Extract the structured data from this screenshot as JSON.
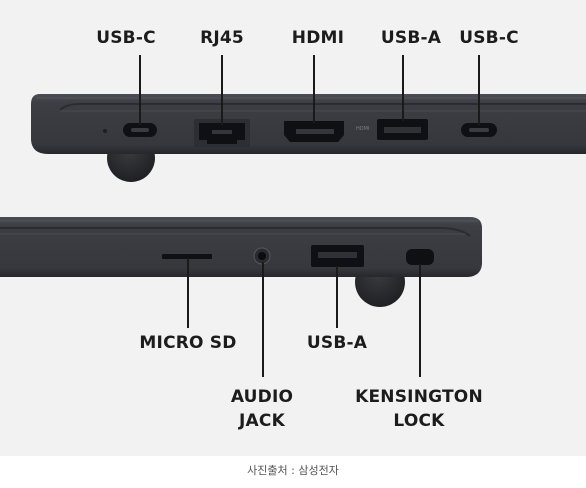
{
  "top_view": {
    "labels": {
      "usb_c_left": "USB-C",
      "rj45": "RJ45",
      "hdmi": "HDMI",
      "usb_a": "USB-A",
      "usb_c_right": "USB-C"
    },
    "hdmi_port_text": "HDMI"
  },
  "bottom_view": {
    "labels": {
      "micro_sd": "MICRO SD",
      "usb_a": "USB-A",
      "audio_jack_line1": "AUDIO",
      "audio_jack_line2": "JACK",
      "kensington_line1": "KENSINGTON",
      "kensington_line2": "LOCK"
    }
  },
  "caption": "사진출처 : 삼성전자",
  "colors": {
    "body": "#3a3c42",
    "body_edge": "#4c4e55",
    "port": "#0f1013",
    "background": "#f2f2f2"
  }
}
